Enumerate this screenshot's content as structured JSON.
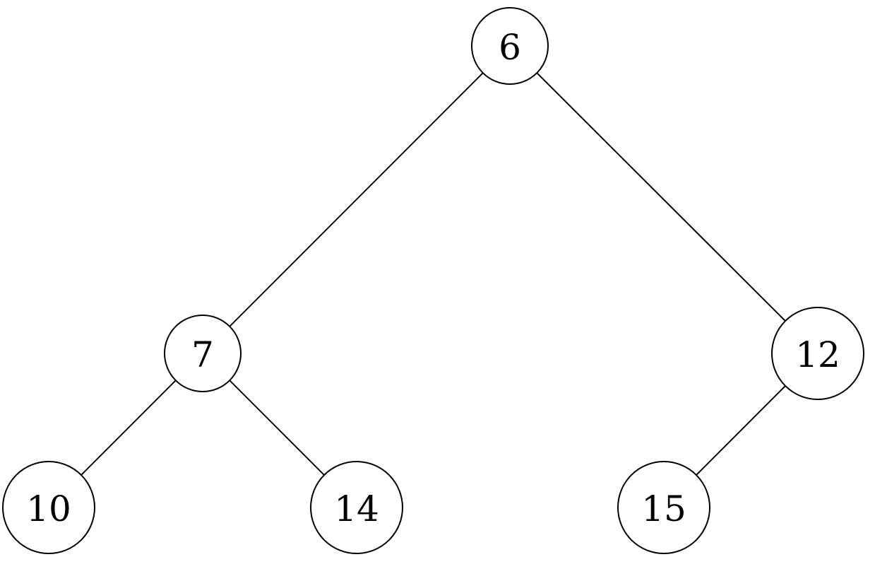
{
  "tree": {
    "nodes": [
      {
        "id": "n6",
        "label": "6"
      },
      {
        "id": "n7",
        "label": "7"
      },
      {
        "id": "n12",
        "label": "12"
      },
      {
        "id": "n10",
        "label": "10"
      },
      {
        "id": "n14",
        "label": "14"
      },
      {
        "id": "n15",
        "label": "15"
      }
    ],
    "edges": [
      {
        "from": "n6",
        "to": "n7"
      },
      {
        "from": "n6",
        "to": "n12"
      },
      {
        "from": "n7",
        "to": "n10"
      },
      {
        "from": "n7",
        "to": "n14"
      },
      {
        "from": "n12",
        "to": "n15"
      }
    ],
    "colors": {
      "stroke": "#000000",
      "fill": "#ffffff",
      "text": "#000000"
    }
  }
}
